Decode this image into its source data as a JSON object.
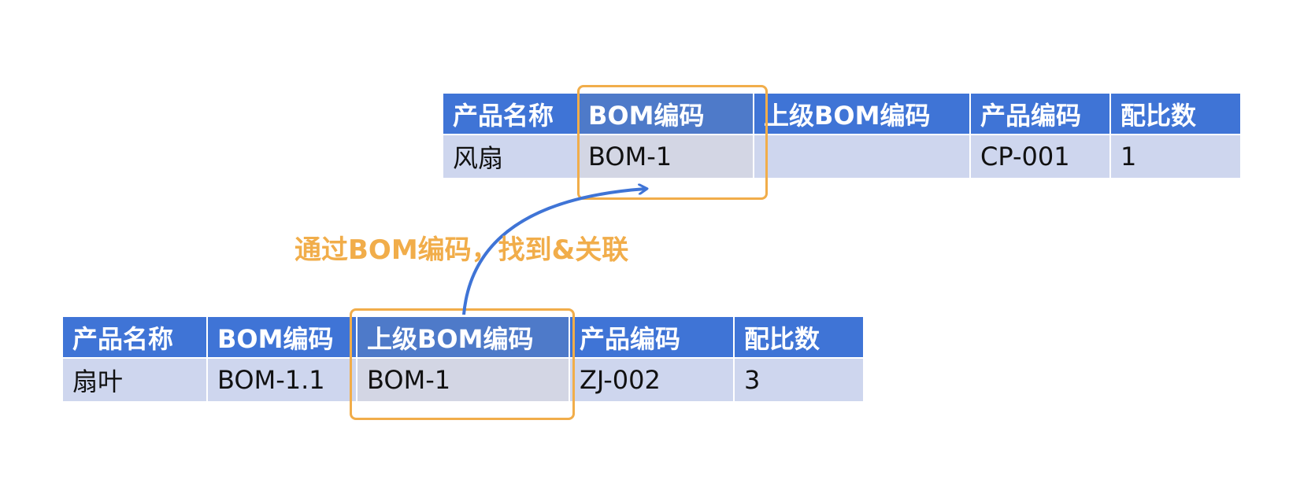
{
  "top_table": {
    "headers": [
      "产品名称",
      "BOM编码",
      "上级BOM编码",
      "产品编码",
      "配比数"
    ],
    "row": [
      "风扇",
      "BOM-1",
      "",
      "CP-001",
      "1"
    ]
  },
  "bottom_table": {
    "headers": [
      "产品名称",
      "BOM编码",
      "上级BOM编码",
      "产品编码",
      "配比数"
    ],
    "row": [
      "扇叶",
      "BOM-1.1",
      "BOM-1",
      "ZJ-002",
      "3"
    ]
  },
  "link_label": "通过BOM编码，找到&关联",
  "colors": {
    "header_bg": "#3f74d6",
    "row_bg": "#ced6ee",
    "highlight": "#f1ad4a",
    "arrow": "#3f74d6"
  }
}
